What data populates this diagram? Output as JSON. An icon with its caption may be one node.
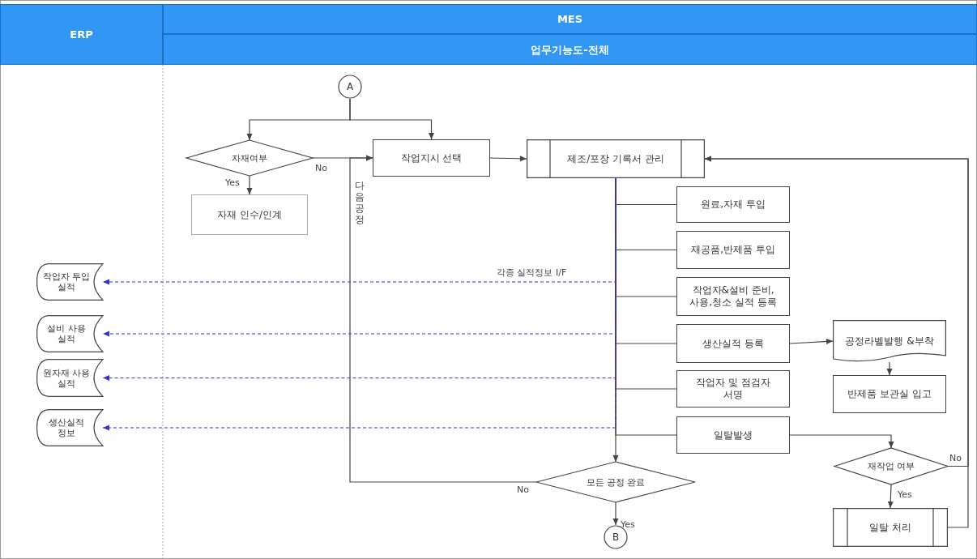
{
  "diagram": {
    "nodes": [
      {
        "text": [
          "ERP"
        ]
      },
      {
        "text": [
          "MES"
        ]
      },
      {
        "text": [
          "업무기능도-전체"
        ]
      },
      {
        "text": [
          "A"
        ]
      },
      {
        "text": [
          "자재여부"
        ]
      },
      {
        "text": [
          "작업지시 선택"
        ]
      },
      {
        "text": [
          "자재 인수/인계"
        ]
      },
      {
        "text": [
          "제조/포장 기록서 관리"
        ]
      },
      {
        "text": [
          "원료,자재 투입"
        ]
      },
      {
        "text": [
          "재공품,반제품 투입"
        ]
      },
      {
        "text": [
          "작업자&설비 준비, 사용,청소 실적 등록"
        ]
      },
      {
        "text": [
          "생산실적 등록"
        ]
      },
      {
        "text": [
          "공정라벨발행 &부착"
        ]
      },
      {
        "text": [
          "반제품 보관실 입고"
        ]
      },
      {
        "text": [
          "작업자 및 점검자 서명"
        ]
      },
      {
        "text": [
          "일탈발생"
        ]
      },
      {
        "text": [
          "재작업 여부"
        ]
      },
      {
        "text": [
          "일탈 처리"
        ]
      },
      {
        "text": [
          "모든 공정 완료"
        ]
      },
      {
        "text": [
          "B"
        ]
      },
      {
        "text": [
          "작업자 투입 실적"
        ]
      },
      {
        "text": [
          "설비 사용 실적"
        ]
      },
      {
        "text": [
          "원자재 사용 실적"
        ]
      },
      {
        "text": [
          "생산실적 정보"
        ]
      }
    ],
    "edges": [
      {
        "from": 3,
        "to": 4,
        "arrow": "to"
      },
      {
        "from": 3,
        "to": 5,
        "arrow": "to"
      },
      {
        "from": 4,
        "to": 5,
        "arrow": "to",
        "label": "No"
      },
      {
        "from": 4,
        "to": 6,
        "arrow": "to",
        "label": "Yes"
      },
      {
        "from": 5,
        "to": 7,
        "arrow": "to"
      },
      {
        "from": 7,
        "to": 8,
        "arrow": "none"
      },
      {
        "from": 7,
        "to": 9,
        "arrow": "none"
      },
      {
        "from": 7,
        "to": 10,
        "arrow": "none"
      },
      {
        "from": 7,
        "to": 11,
        "arrow": "none"
      },
      {
        "from": 7,
        "to": 14,
        "arrow": "none"
      },
      {
        "from": 7,
        "to": 15,
        "arrow": "none"
      },
      {
        "from": 7,
        "to": 18,
        "arrow": "to"
      },
      {
        "from": 11,
        "to": 12,
        "arrow": "to"
      },
      {
        "from": 12,
        "to": 13,
        "arrow": "to"
      },
      {
        "from": 15,
        "to": 16,
        "arrow": "to"
      },
      {
        "from": 16,
        "to": 17,
        "arrow": "to",
        "label": "Yes"
      },
      {
        "from": 16,
        "to": 7,
        "arrow": "to",
        "label": "No"
      },
      {
        "from": 17,
        "to": 7,
        "arrow": "to"
      },
      {
        "from": 18,
        "to": 19,
        "arrow": "to",
        "label": "Yes"
      },
      {
        "from": 18,
        "to": 5,
        "arrow": "to",
        "label": "다음공정"
      },
      {
        "from": 7,
        "to": 20,
        "arrow": "to",
        "style": "dashed",
        "color": "#3333cc",
        "label": "각종 실적정보 I/F"
      },
      {
        "from": 7,
        "to": 21,
        "arrow": "to",
        "style": "dashed",
        "color": "#3333cc"
      },
      {
        "from": 7,
        "to": 22,
        "arrow": "to",
        "style": "dashed",
        "color": "#3333cc"
      },
      {
        "from": 7,
        "to": 23,
        "arrow": "to",
        "style": "dashed",
        "color": "#3333cc"
      }
    ],
    "labels": [
      "No"
    ]
  }
}
